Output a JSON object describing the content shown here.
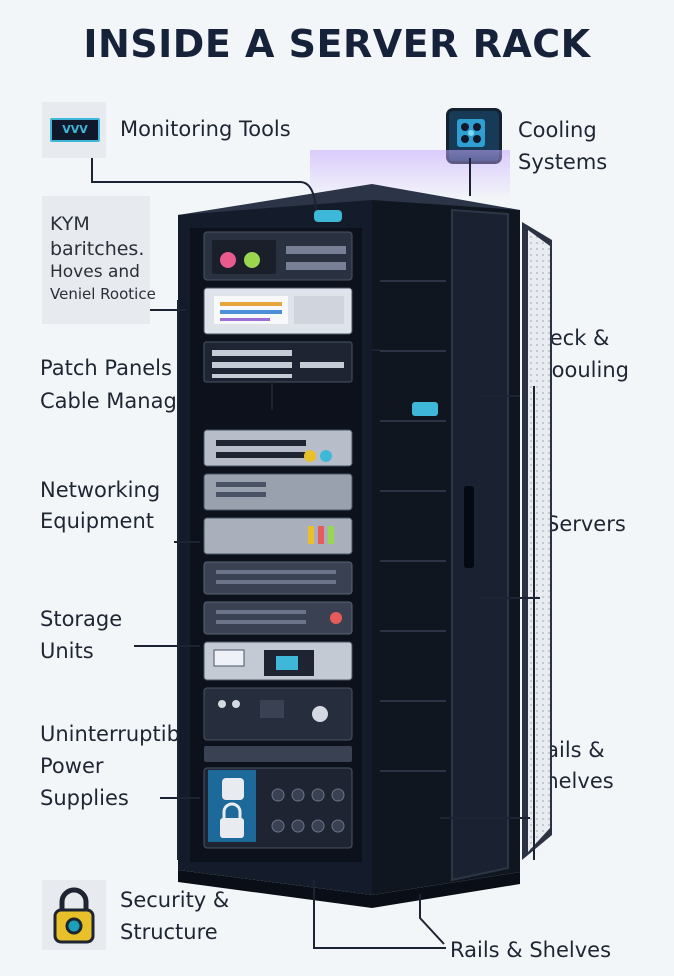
{
  "title": "INSIDE A SERVER RACK",
  "labels": {
    "monitoring": "Monitoring Tools",
    "cooling_1": "Cooling",
    "cooling_2": "Systems",
    "kym_1": "KYM",
    "kym_2": "baritches.",
    "kym_3": "Hoves and",
    "kym_4": "Veniel Rootice",
    "patch_1": "Patch Panels &",
    "patch_2": "Cable Management",
    "keck_1": "Keck &",
    "keck_2": "Coouling",
    "networking_1": "Networking",
    "networking_2": "Equipment",
    "servers": "Servers",
    "storage_1": "Storage",
    "storage_2": "Units",
    "ups_1": "Uninterruptible",
    "ups_2": "Power",
    "ups_3": "Supplies",
    "rails_right_1": "Rails &",
    "rails_right_2": "Shelves",
    "security_1": "Security &",
    "security_2": "Structure",
    "rails_bottom": "Rails & Shelves"
  },
  "monitor_icon_text": "VVV",
  "icons": {
    "monitoring": "monitor-waveform-icon",
    "cooling": "fan-grid-icon",
    "security": "padlock-icon"
  },
  "colors": {
    "background": "#f3f6f9",
    "rack_dark": "#141b2a",
    "rack_side": "#0e1320",
    "accent_cyan": "#3fb7d9",
    "lock_yellow": "#e8c02a",
    "line": "#1c2433"
  }
}
